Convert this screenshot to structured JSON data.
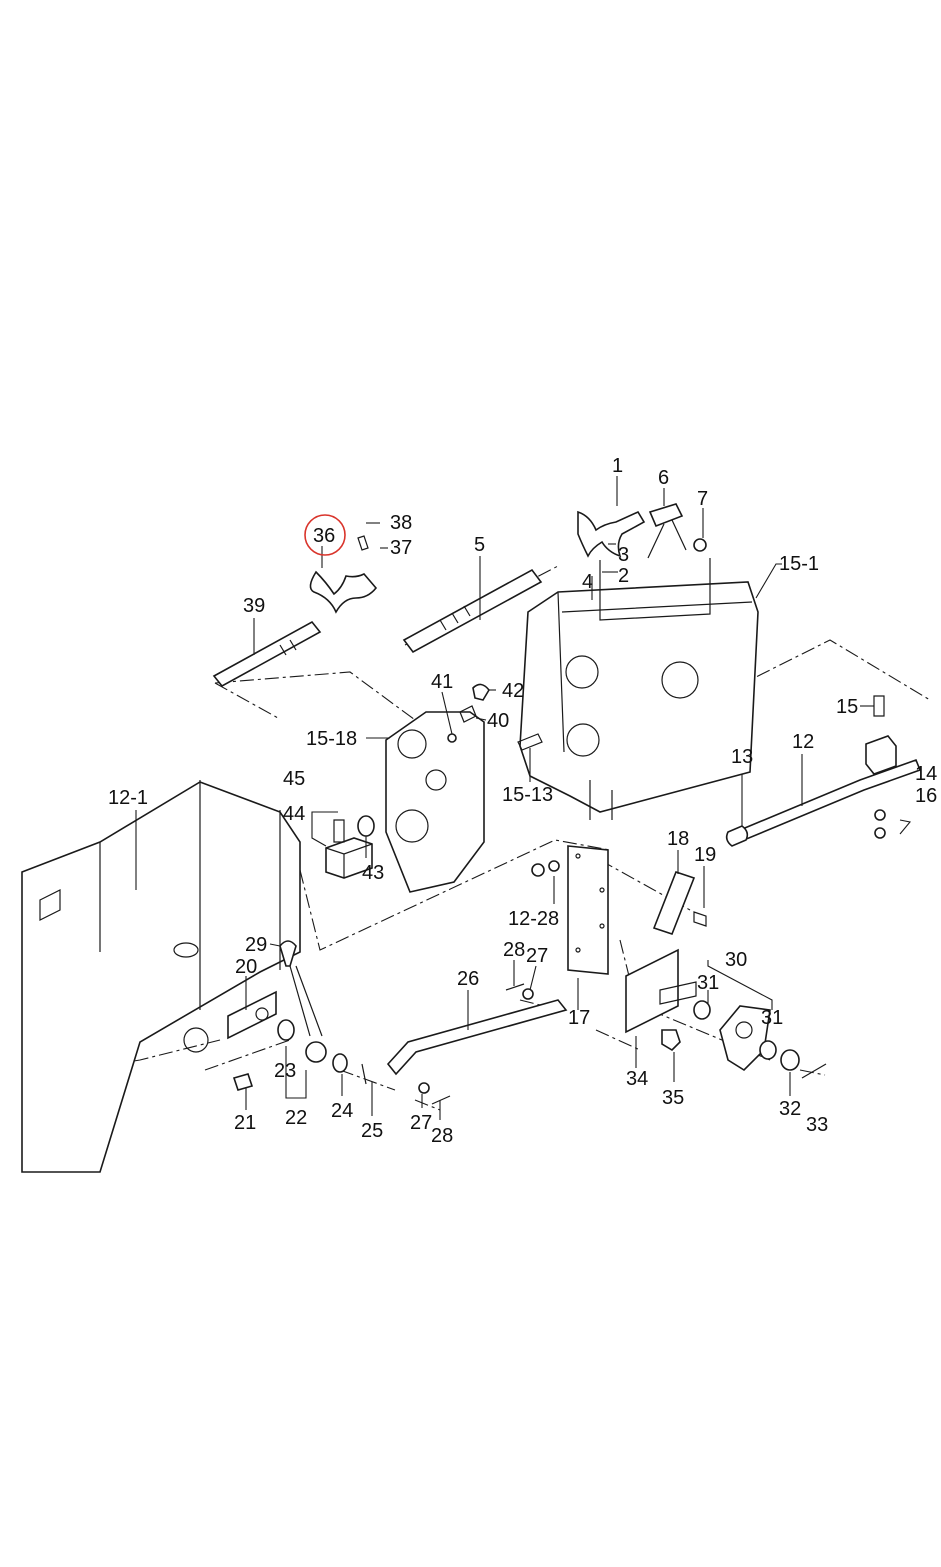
{
  "highlight_color": "#d9342b",
  "ink_color": "#1a1a1a",
  "highlighted_part": "36",
  "callouts": [
    "1",
    "2",
    "3",
    "4",
    "5",
    "6",
    "7",
    "12",
    "12-1",
    "12-28",
    "13",
    "14",
    "15",
    "15-1",
    "15-13",
    "15-18",
    "16",
    "17",
    "18",
    "19",
    "20",
    "21",
    "22",
    "23",
    "24",
    "25",
    "26",
    "27",
    "27",
    "28",
    "28",
    "29",
    "30",
    "31",
    "31",
    "32",
    "33",
    "34",
    "35",
    "36",
    "37",
    "38",
    "39",
    "40",
    "41",
    "42",
    "43",
    "44",
    "45"
  ]
}
